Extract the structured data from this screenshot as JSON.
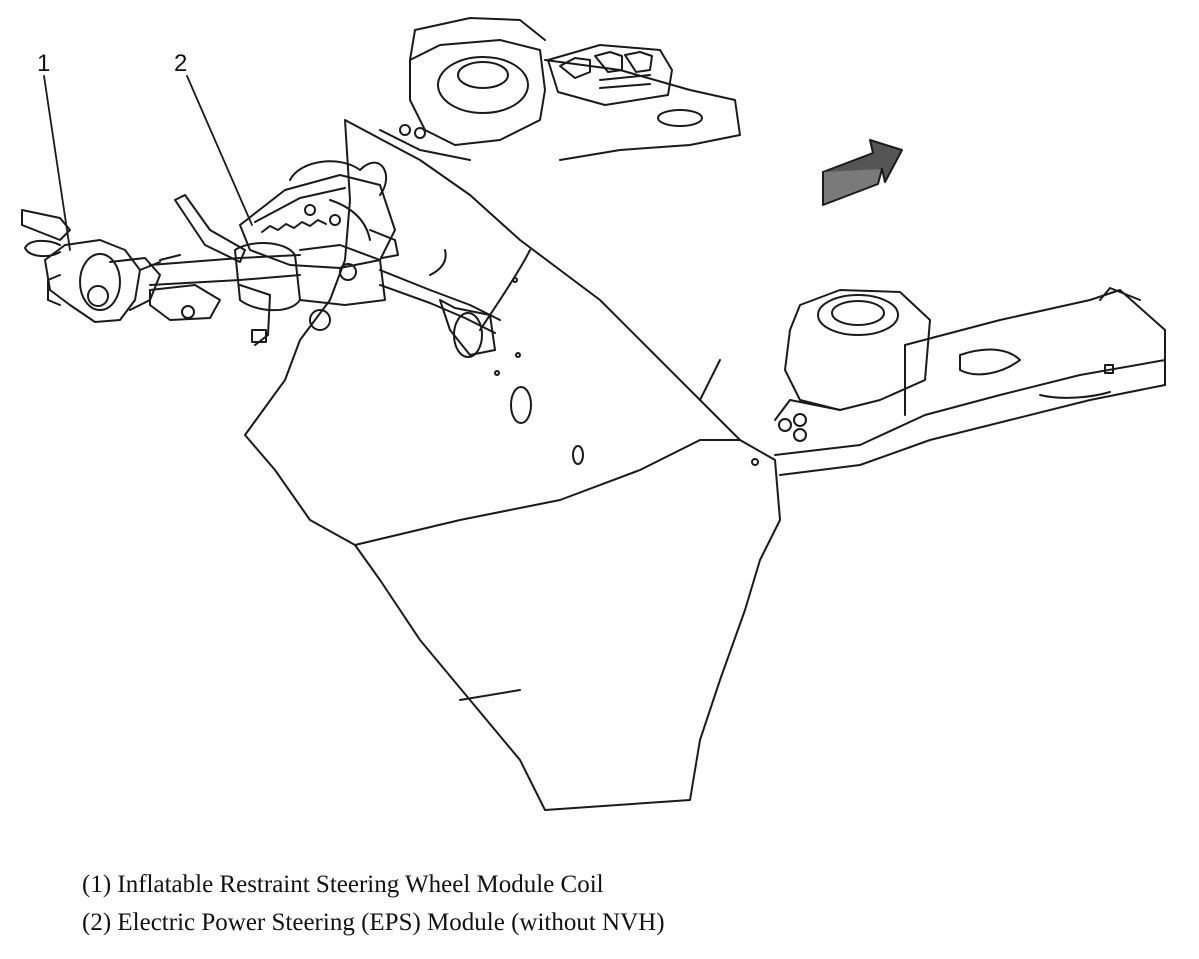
{
  "callouts": [
    {
      "number": "1"
    },
    {
      "number": "2"
    }
  ],
  "legend": [
    {
      "text": "(1) Inflatable Restraint Steering Wheel Module Coil"
    },
    {
      "text": "(2) Electric Power Steering (EPS) Module (without NVH)"
    }
  ],
  "icons": {
    "direction": "forward-arrow-icon"
  },
  "colors": {
    "line": "#1a1a1a",
    "background": "#ffffff",
    "arrow_fill": "#555555"
  }
}
